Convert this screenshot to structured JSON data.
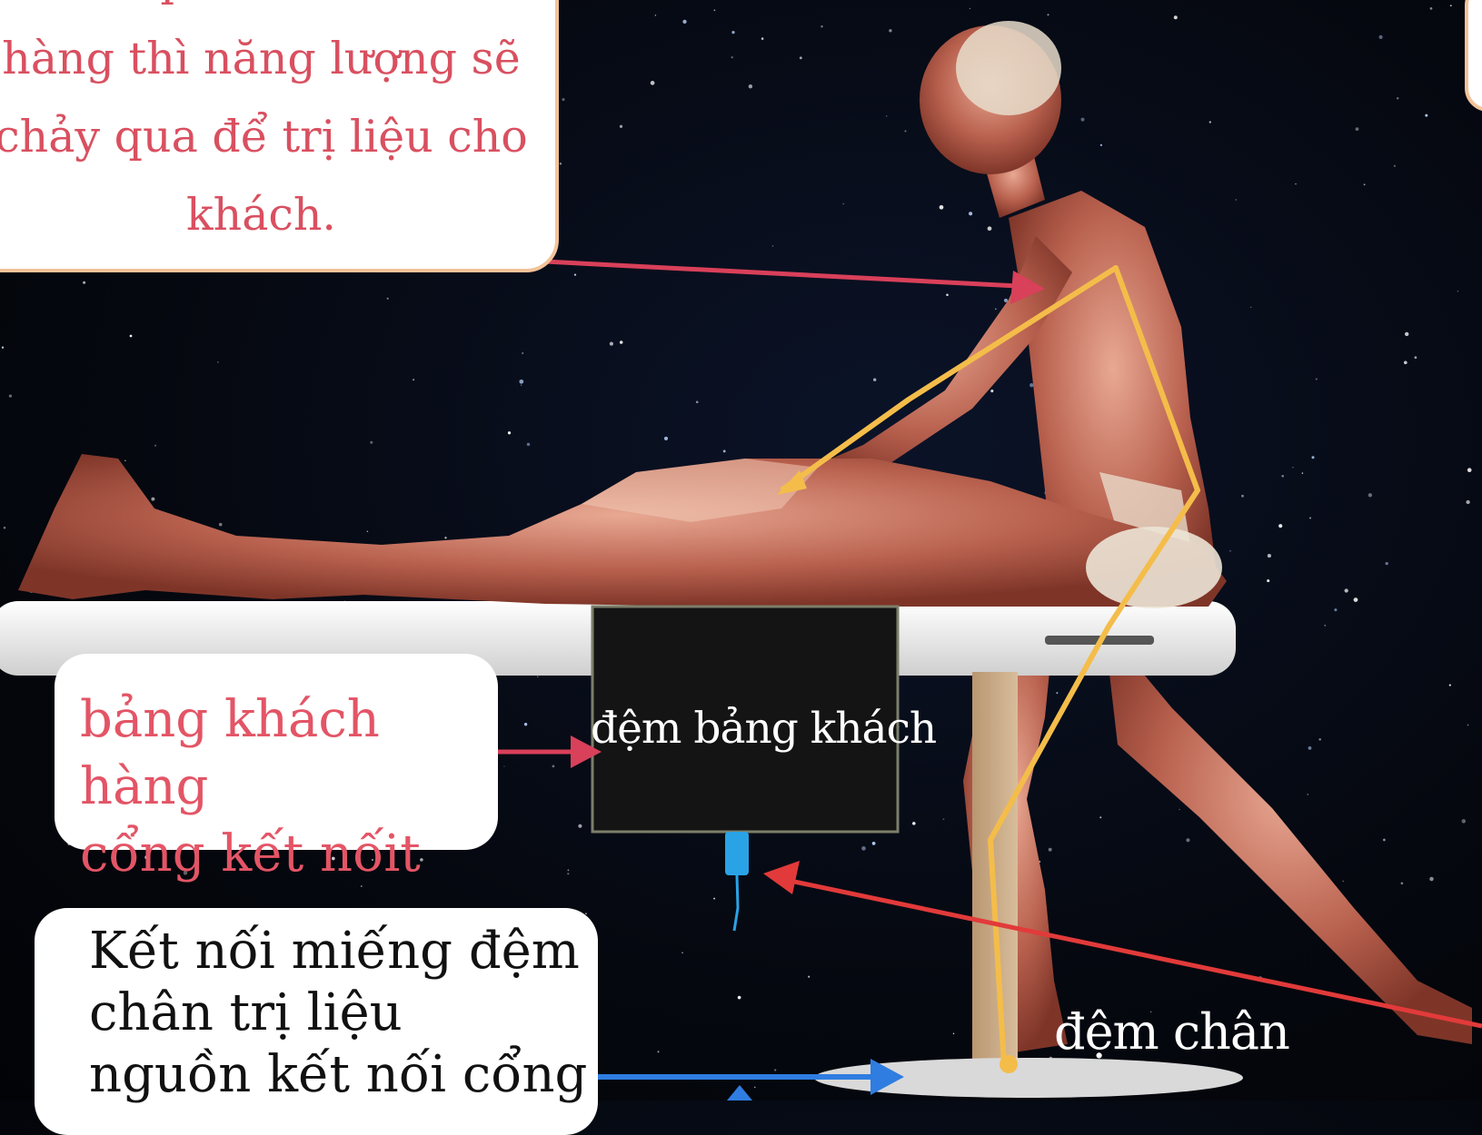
{
  "callout_top": {
    "lines": [
      "Khi tiếp xúc với khách",
      "hàng thì năng lượng sẽ",
      "chảy qua để trị liệu cho",
      "khách."
    ]
  },
  "callout_mid": {
    "lines": [
      "bảng khách hàng",
      "cổng kết nốit"
    ]
  },
  "callout_bottom": {
    "lines": [
      "Kết nối miếng đệm",
      "chân trị liệu",
      "nguồn kết nối cổng"
    ]
  },
  "labels": {
    "pad": "đệm bảng khách",
    "foot_pad": "đệm chân"
  },
  "colors": {
    "background": "#05080f",
    "callout_text_red": "#d95060",
    "arrow_pink": "#d9405a",
    "arrow_red": "#e23a3a",
    "arrow_blue": "#2f7de1",
    "energy_line": "#f4bd4a",
    "callout_border": "#f3c39a"
  }
}
